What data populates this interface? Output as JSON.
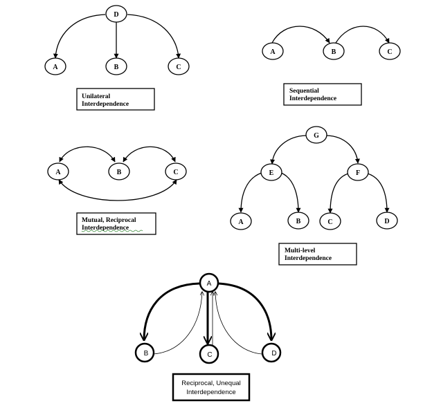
{
  "diagrams": {
    "unilateral": {
      "nodes": {
        "top": "D",
        "left": "A",
        "middle": "B",
        "right": "C"
      },
      "caption": [
        "Unilateral",
        "Interdependence"
      ]
    },
    "sequential": {
      "nodes": {
        "left": "A",
        "middle": "B",
        "right": "C"
      },
      "caption": [
        "Sequential",
        "Interdependence"
      ]
    },
    "mutual": {
      "nodes": {
        "left": "A",
        "middle": "B",
        "right": "C"
      },
      "caption": [
        "Mutual, Reciprocal",
        "Interdependence"
      ]
    },
    "multilevel": {
      "nodes": {
        "root": "G",
        "left_parent": "E",
        "right_parent": "F",
        "ll": "A",
        "lr": "B",
        "rl": "C",
        "rr": "D"
      },
      "caption": [
        "Multi-level",
        "Interdependence"
      ]
    },
    "reciprocal_unequal": {
      "nodes": {
        "top": "A",
        "left": "B",
        "middle": "C",
        "right": "D"
      },
      "caption": [
        "Reciprocal, Unequal",
        "Interdependence"
      ]
    }
  },
  "colors": {
    "stroke": "#000000",
    "background": "#ffffff",
    "spellcheck": "#3a8a3a"
  }
}
